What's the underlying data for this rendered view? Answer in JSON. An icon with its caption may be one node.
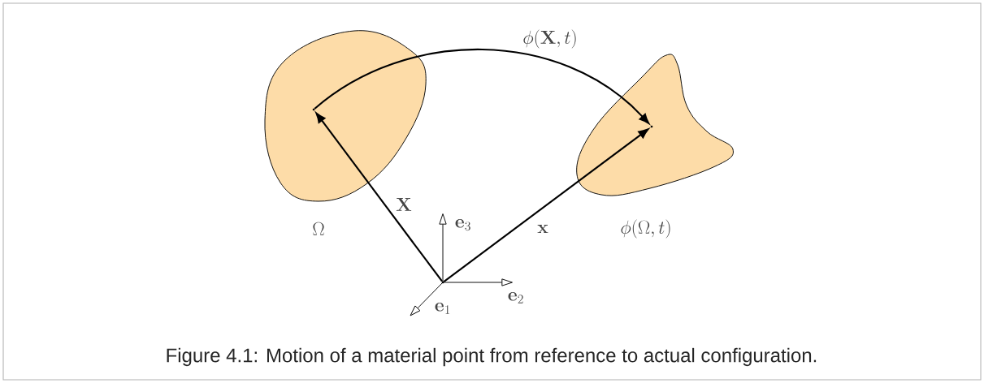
{
  "diagram": {
    "caption": "Figure 4.1: Motion of a material point from reference to actual configuration.",
    "nodes": [
      {
        "text": [],
        "shape": "blob",
        "beside": [
          "\\Omega"
        ]
      },
      {
        "text": [],
        "shape": "blob",
        "beside": [
          "\\phi(\\Omega, t)"
        ]
      },
      {
        "text": [],
        "shape": "point",
        "in": 0
      },
      {
        "text": [],
        "shape": "point",
        "in": 1
      },
      {
        "text": [],
        "shape": "point"
      }
    ],
    "edges": [
      {
        "from": 4,
        "to": 2,
        "arrow": "to",
        "label": "\\mathbf{X}"
      },
      {
        "from": 4,
        "to": 3,
        "arrow": "to",
        "label": "\\mathbf{x}"
      },
      {
        "from": 2,
        "to": 3,
        "arrow": "to",
        "label": "\\phi(\\mathbf{X}, t)"
      }
    ],
    "labels": [
      "\\mathbf{e}_3",
      "\\mathbf{e}_2",
      "\\mathbf{e}_1"
    ]
  }
}
